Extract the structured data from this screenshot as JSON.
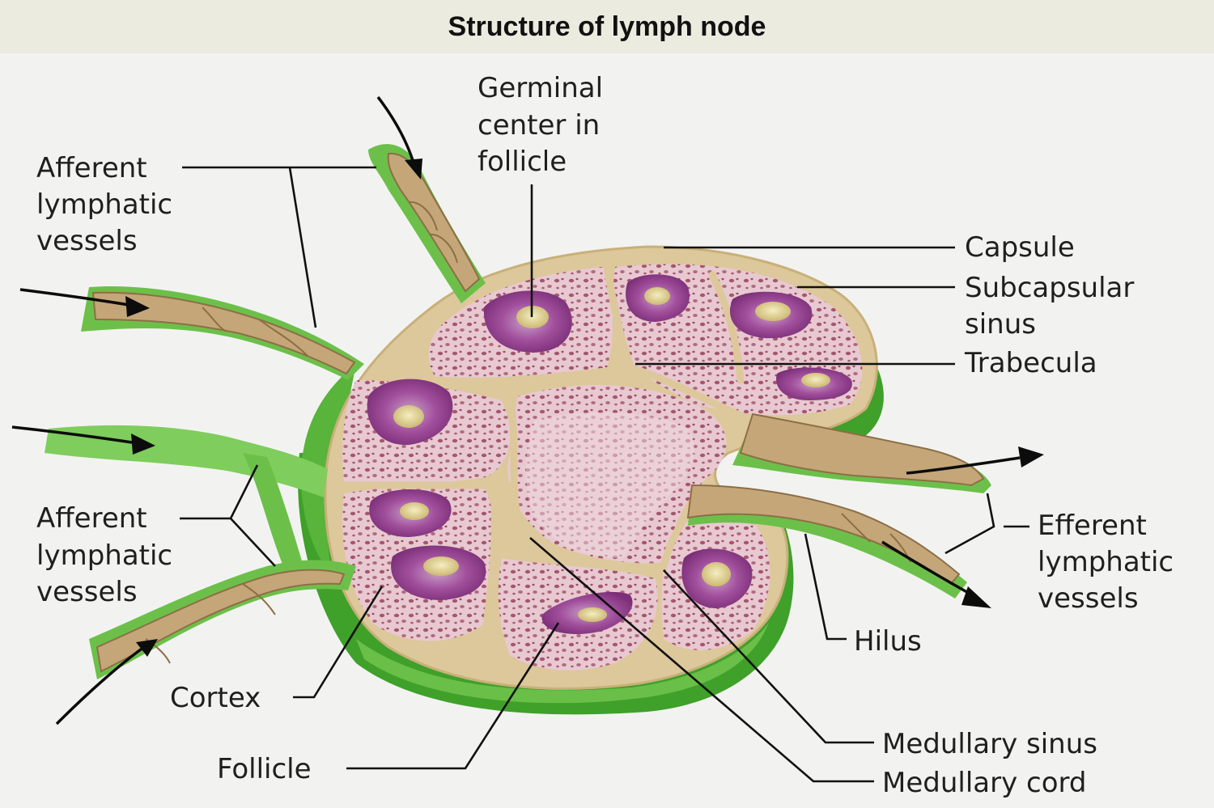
{
  "title": "Structure of lymph node",
  "labels": {
    "germinal_center": [
      "Germinal",
      "center in",
      "follicle"
    ],
    "afferent_top": [
      "Afferent",
      "lymphatic",
      "vessels"
    ],
    "afferent_bottom": [
      "Afferent",
      "lymphatic",
      "vessels"
    ],
    "capsule": "Capsule",
    "subcapsular_sinus": [
      "Subcapsular",
      "sinus"
    ],
    "trabecula": "Trabecula",
    "efferent": [
      "Efferent",
      "lymphatic",
      "vessels"
    ],
    "hilus": "Hilus",
    "cortex": "Cortex",
    "follicle": "Follicle",
    "medullary_sinus": "Medullary sinus",
    "medullary_cord": "Medullary cord"
  },
  "colors": {
    "background": "#f2f3f1",
    "title_bar": "#ecebdf",
    "tissue_pink": "#e6c2cc",
    "follicle_purple": "#a24a9a",
    "germinal_center": "#e3d49a",
    "capsule_tan": "#dcc89a",
    "vessel_green": "#6cc04a",
    "hilus_green": "#3a9a24",
    "vessel_tan": "#c4a679"
  }
}
